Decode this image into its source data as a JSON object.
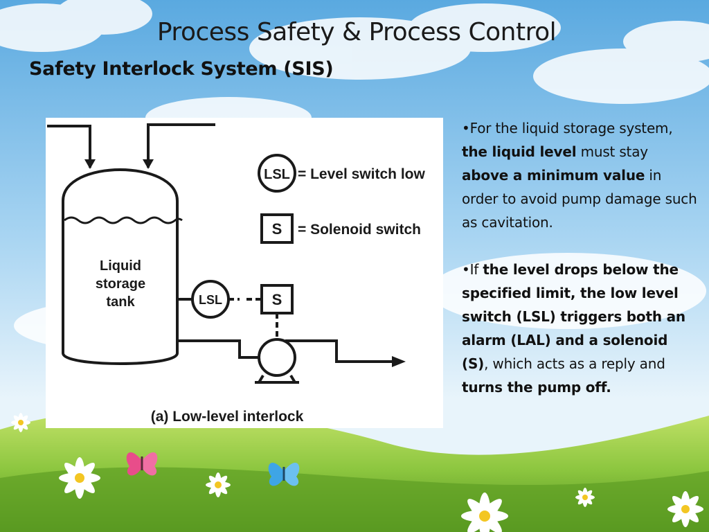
{
  "slide": {
    "title": "Process Safety & Process Control",
    "subtitle": "Safety Interlock System (SIS)"
  },
  "diagram": {
    "legend_lsl_symbol": "LSL",
    "legend_lsl_text": "= Level switch low",
    "legend_s_symbol": "S",
    "legend_s_text": "= Solenoid switch",
    "tank_label_1": "Liquid",
    "tank_label_2": "storage",
    "tank_label_3": "tank",
    "lsl_symbol": "LSL",
    "s_symbol": "S",
    "caption": "(a) Low-level interlock"
  },
  "bullets": {
    "b1_bullet": "•",
    "b1_t1": "For the liquid storage system, ",
    "b1_t2": "the liquid level",
    "b1_t3": " must stay ",
    "b1_t4": "above a minimum value",
    "b1_t5": " in order to avoid pump damage such as cavitation.",
    "b2_bullet": "•",
    "b2_t1": "If ",
    "b2_t2": "the level drops below the specified limit, the low level switch (LSL) triggers both an alarm (LAL) and a solenoid (S)",
    "b2_t3": ", which acts as a reply and ",
    "b2_t4": "turns the pump off."
  },
  "colors": {
    "sky_top": "#5aa9e0",
    "sky_bottom": "#d8eefa",
    "grass": "#8cc63f",
    "grass_dark": "#4f8f1c",
    "butterfly_pink": "#e84d8a",
    "butterfly_blue": "#3ea5e6"
  }
}
